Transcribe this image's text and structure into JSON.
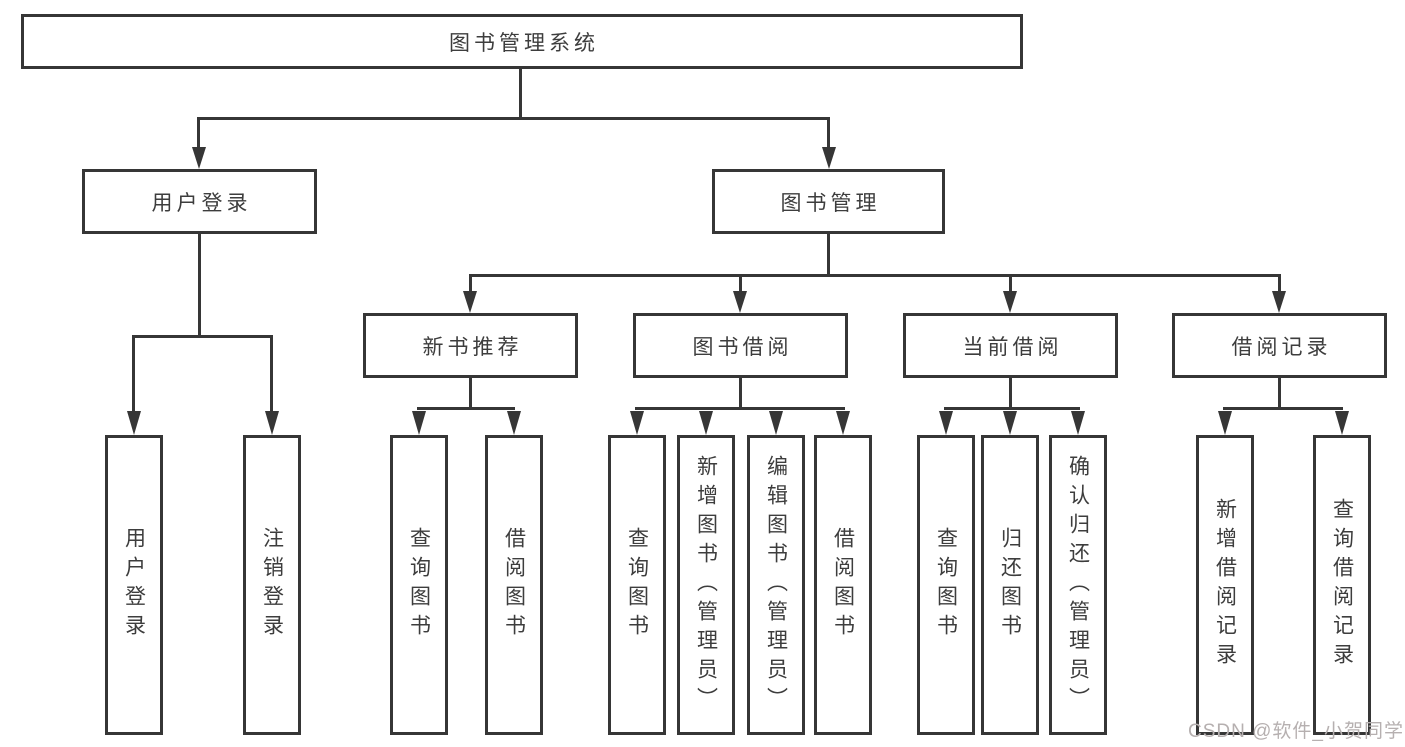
{
  "diagram": {
    "root": {
      "label": "图书管理系统"
    },
    "level2": [
      {
        "label": "用户登录"
      },
      {
        "label": "图书管理"
      }
    ],
    "level3": [
      {
        "label": "新书推荐",
        "parent": "图书管理"
      },
      {
        "label": "图书借阅",
        "parent": "图书管理"
      },
      {
        "label": "当前借阅",
        "parent": "图书管理"
      },
      {
        "label": "借阅记录",
        "parent": "图书管理"
      }
    ],
    "leaves": [
      {
        "label": "用户登录",
        "parent": "用户登录"
      },
      {
        "label": "注销登录",
        "parent": "用户登录"
      },
      {
        "label": "查询图书",
        "parent": "新书推荐"
      },
      {
        "label": "借阅图书",
        "parent": "新书推荐"
      },
      {
        "label": "查询图书",
        "parent": "图书借阅"
      },
      {
        "label": "新增图书（管理员）",
        "parent": "图书借阅"
      },
      {
        "label": "编辑图书（管理员）",
        "parent": "图书借阅"
      },
      {
        "label": "借阅图书",
        "parent": "图书借阅"
      },
      {
        "label": "查询图书",
        "parent": "当前借阅"
      },
      {
        "label": "归还图书",
        "parent": "当前借阅"
      },
      {
        "label": "确认归还（管理员）",
        "parent": "当前借阅"
      },
      {
        "label": "新增借阅记录",
        "parent": "借阅记录"
      },
      {
        "label": "查询借阅记录",
        "parent": "借阅记录"
      }
    ],
    "watermark": "CSDN @软件_小贺同学",
    "colors": {
      "line": "#363636",
      "box_border": "#363636",
      "text": "#3d3d3d",
      "watermark": "#b6b0b0",
      "background": "#ffffff"
    }
  }
}
